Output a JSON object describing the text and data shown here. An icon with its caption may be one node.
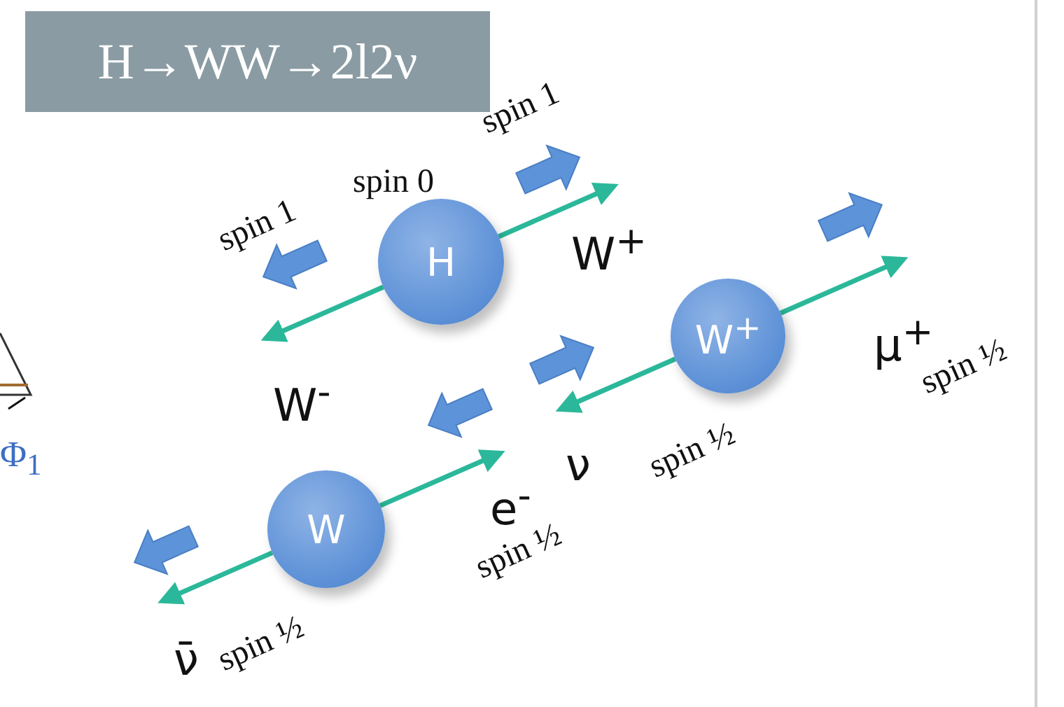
{
  "diagram": {
    "title": "H→WW→2l2ν",
    "nodes": [
      {
        "text": [
          "H"
        ]
      },
      {
        "text": [
          "W$^{+}$"
        ]
      },
      {
        "text": [
          "W"
        ]
      }
    ],
    "edges": [
      {
        "from": 0,
        "to": null,
        "arrow": "to"
      },
      {
        "from": 0,
        "to": null,
        "arrow": "to"
      },
      {
        "from": 1,
        "to": null,
        "arrow": "to"
      },
      {
        "from": 1,
        "to": null,
        "arrow": "to"
      },
      {
        "from": 2,
        "to": null,
        "arrow": "to"
      },
      {
        "from": 2,
        "to": null,
        "arrow": "to"
      }
    ],
    "labels": [
      "spin 1",
      "spin 0",
      "spin 1",
      "W$^{+}$",
      "W$^{-}$",
      "μ$^{+}$",
      "spin ½",
      "ν",
      "spin ½",
      "Φ$_{1}$",
      "e$^{-}$",
      "spin ½",
      "ν̄",
      "spin ½"
    ]
  }
}
